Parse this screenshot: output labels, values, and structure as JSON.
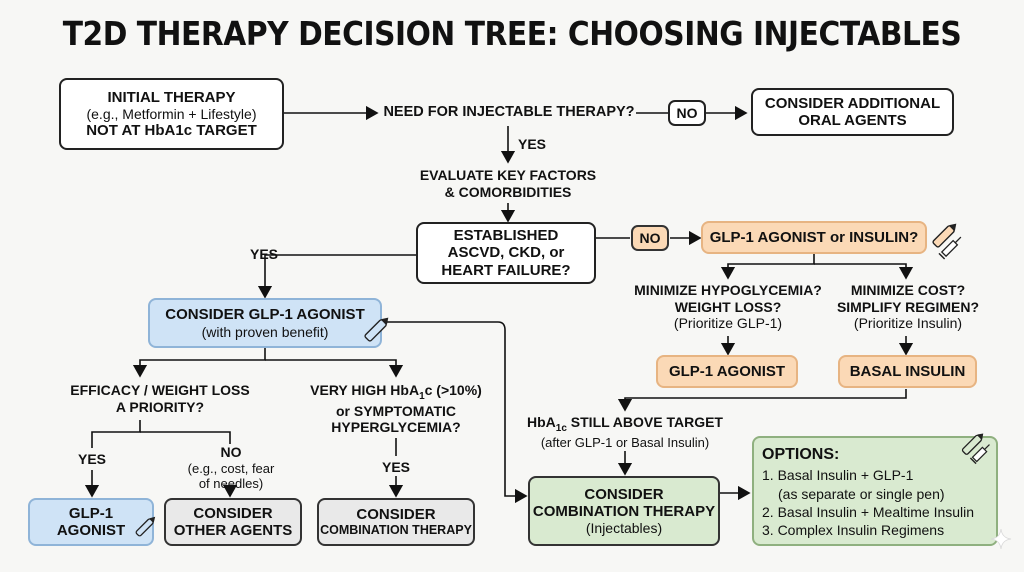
{
  "title": "T2D THERAPY DECISION TREE: CHOOSING INJECTABLES",
  "initial": {
    "l1": "INITIAL THERAPY",
    "l2": "(e.g., Metformin + Lifestyle)",
    "l3": "NOT AT HbA1c TARGET"
  },
  "need_injectable": "NEED FOR INJECTABLE THERAPY?",
  "no_label": "NO",
  "yes_label": "YES",
  "consider_oral": {
    "l1": "CONSIDER ADDITIONAL",
    "l2": "ORAL AGENTS"
  },
  "evaluate": {
    "l1": "EVALUATE KEY FACTORS",
    "l2": "& COMORBIDITIES"
  },
  "established": {
    "l1": "ESTABLISHED",
    "l2": "ASCVD, CKD, or",
    "l3": "HEART FAILURE?"
  },
  "glp1_or_insulin": "GLP-1 AGONIST or INSULIN?",
  "minimize_hypo": {
    "l1": "MINIMIZE HYPOGLYCEMIA?",
    "l2": "WEIGHT LOSS?",
    "l3": "(Prioritize GLP-1)"
  },
  "minimize_cost": {
    "l1": "MINIMIZE COST?",
    "l2": "SIMPLIFY REGIMEN?",
    "l3": "(Prioritize Insulin)"
  },
  "glp1_agonist": "GLP-1 AGONIST",
  "basal_insulin": "BASAL INSULIN",
  "consider_glp1": {
    "l1": "CONSIDER GLP-1 AGONIST",
    "l2": "(with proven benefit)"
  },
  "efficacy": {
    "l1": "EFFICACY / WEIGHT LOSS",
    "l2": "A PRIORITY?"
  },
  "very_high": {
    "l1a": "VERY HIGH HbA",
    "l1sub": "1",
    "l1b": "c (>10%)",
    "l2": "or SYMPTOMATIC",
    "l3": "HYPERGLYCEMIA?"
  },
  "no_example": {
    "l1": "NO",
    "l2": "(e.g., cost, fear",
    "l3": "of needles)"
  },
  "glp1_leaf": {
    "l1": "GLP-1",
    "l2": "AGONIST"
  },
  "consider_other": {
    "l1": "CONSIDER",
    "l2": "OTHER AGENTS"
  },
  "consider_combo_leaf": {
    "l1": "CONSIDER",
    "l2": "COMBINATION THERAPY"
  },
  "still_above": {
    "l1a": "HbA",
    "l1sub": "1c",
    "l1b": " STILL ABOVE TARGET",
    "l2": "(after GLP-1 or Basal Insulin)"
  },
  "combo": {
    "l1": "CONSIDER",
    "l2": "COMBINATION THERAPY",
    "l3": "(Injectables)"
  },
  "options": {
    "heading": "OPTIONS:",
    "items": [
      "1. Basal Insulin + GLP-1",
      "(as separate or single pen)",
      "2. Basal Insulin + Mealtime Insulin",
      "3. Complex Insulin Regimens"
    ]
  },
  "icons": [
    "pen-icon",
    "syringe-icon"
  ],
  "colors": {
    "blue": "#cfe3f6",
    "orange": "#fbd9b6",
    "green": "#d9ead0",
    "gray": "#e9e9e9"
  }
}
